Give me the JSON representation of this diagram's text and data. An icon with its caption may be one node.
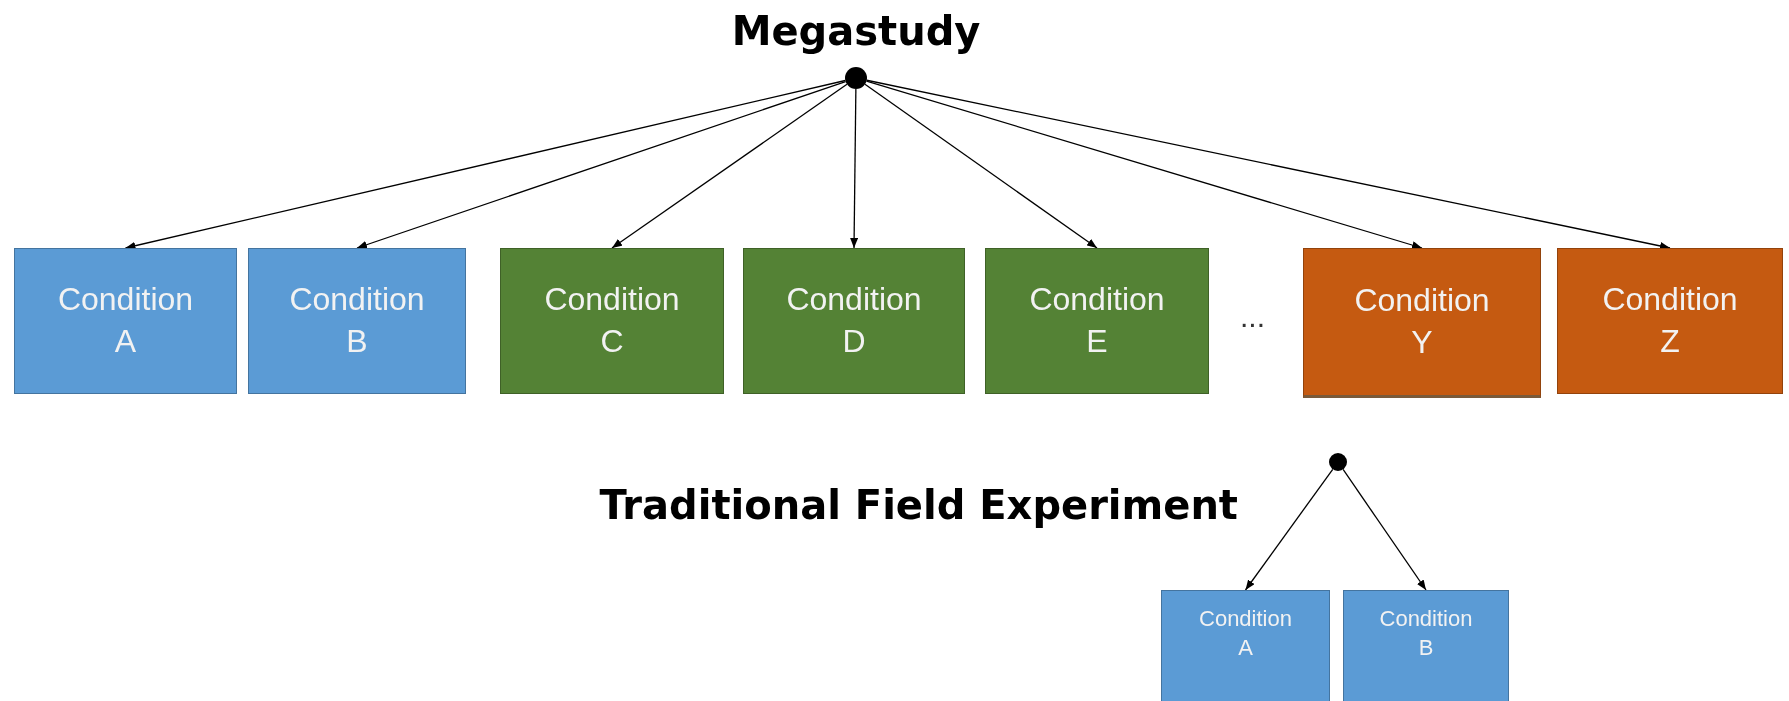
{
  "diagram": {
    "nodes": [
      {
        "text": [],
        "shape": "circle",
        "beside": [
          "Megastudy"
        ]
      },
      {
        "text": [
          "Condition A"
        ]
      },
      {
        "text": [
          "Condition B"
        ]
      },
      {
        "text": [
          "Condition C"
        ]
      },
      {
        "text": [
          "Condition D"
        ]
      },
      {
        "text": [
          "Condition E"
        ]
      },
      {
        "text": [
          "Condition Y"
        ]
      },
      {
        "text": [
          "Condition Z"
        ]
      },
      {
        "text": [],
        "shape": "circle",
        "beside": [
          "Traditional Field Experiment"
        ]
      },
      {
        "text": [
          "Condition A"
        ]
      },
      {
        "text": [
          "Condition B"
        ]
      }
    ],
    "edges": [
      {
        "from": 0,
        "to": 1,
        "arrow": "to"
      },
      {
        "from": 0,
        "to": 2,
        "arrow": "to"
      },
      {
        "from": 0,
        "to": 3,
        "arrow": "to"
      },
      {
        "from": 0,
        "to": 4,
        "arrow": "to"
      },
      {
        "from": 0,
        "to": 5,
        "arrow": "to"
      },
      {
        "from": 0,
        "to": 6,
        "arrow": "to"
      },
      {
        "from": 0,
        "to": 7,
        "arrow": "to"
      },
      {
        "from": 8,
        "to": 9,
        "arrow": "to"
      },
      {
        "from": 8,
        "to": 10,
        "arrow": "to"
      }
    ],
    "labels": [
      "..."
    ]
  }
}
